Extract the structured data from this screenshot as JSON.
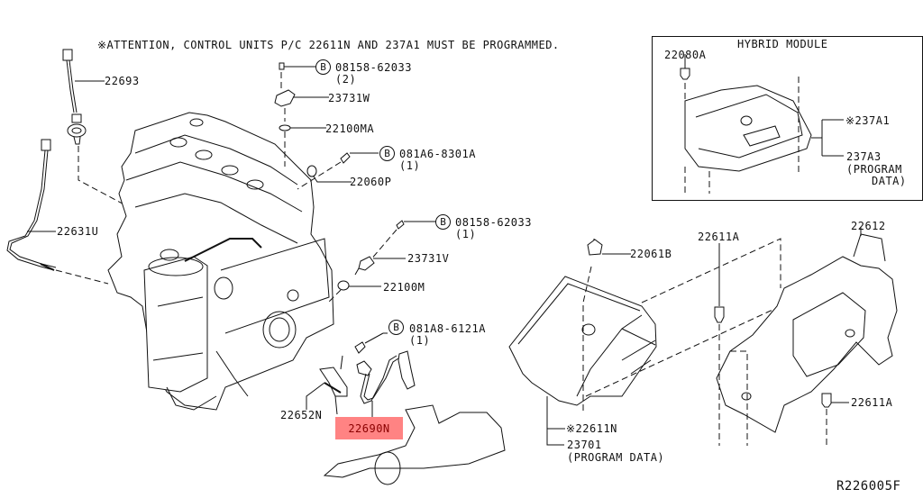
{
  "diagram": {
    "notice": "※ATTENTION, CONTROL UNITS P/C 22611N AND 237A1 MUST BE PROGRAMMED.",
    "drawing_code": "R226005F",
    "hybrid_module": {
      "title": "HYBRID MODULE",
      "parts": {
        "bolt": "22080A",
        "module_program": "※237A1",
        "module_data": "237A3",
        "module_data_note_1": "(PROGRAM",
        "module_data_note_2": "DATA)"
      }
    },
    "parts": {
      "o2_sensor_upper": "22693",
      "exhaust_temp_sensor": "22631U",
      "bolt_top": "08158-62033",
      "bolt_top_qty": "(2)",
      "cam_sensor_w": "23731W",
      "o_ring_ma": "22100MA",
      "bolt_b2": "081A6-8301A",
      "bolt_b2_qty": "(1)",
      "sensor_p": "22060P",
      "bolt_mid": "08158-62033",
      "bolt_mid_qty": "(1)",
      "cam_sensor_v": "23731V",
      "o_ring_m": "22100M",
      "bolt_b3": "081A8-6121A",
      "bolt_b3_qty": "(1)",
      "bracket": "22652N",
      "o2_sensor_highlighted": "22690N",
      "nut": "22061B",
      "ecm_program": "※22611N",
      "ecm_data": "23701",
      "ecm_data_note": "(PROGRAM DATA)",
      "ecm_bolt_upper": "22611A",
      "ecm_bolt_lower": "22611A",
      "ecm_bracket": "22612"
    },
    "circle_marker": "B",
    "highlight_color": "#ff5a5a"
  }
}
